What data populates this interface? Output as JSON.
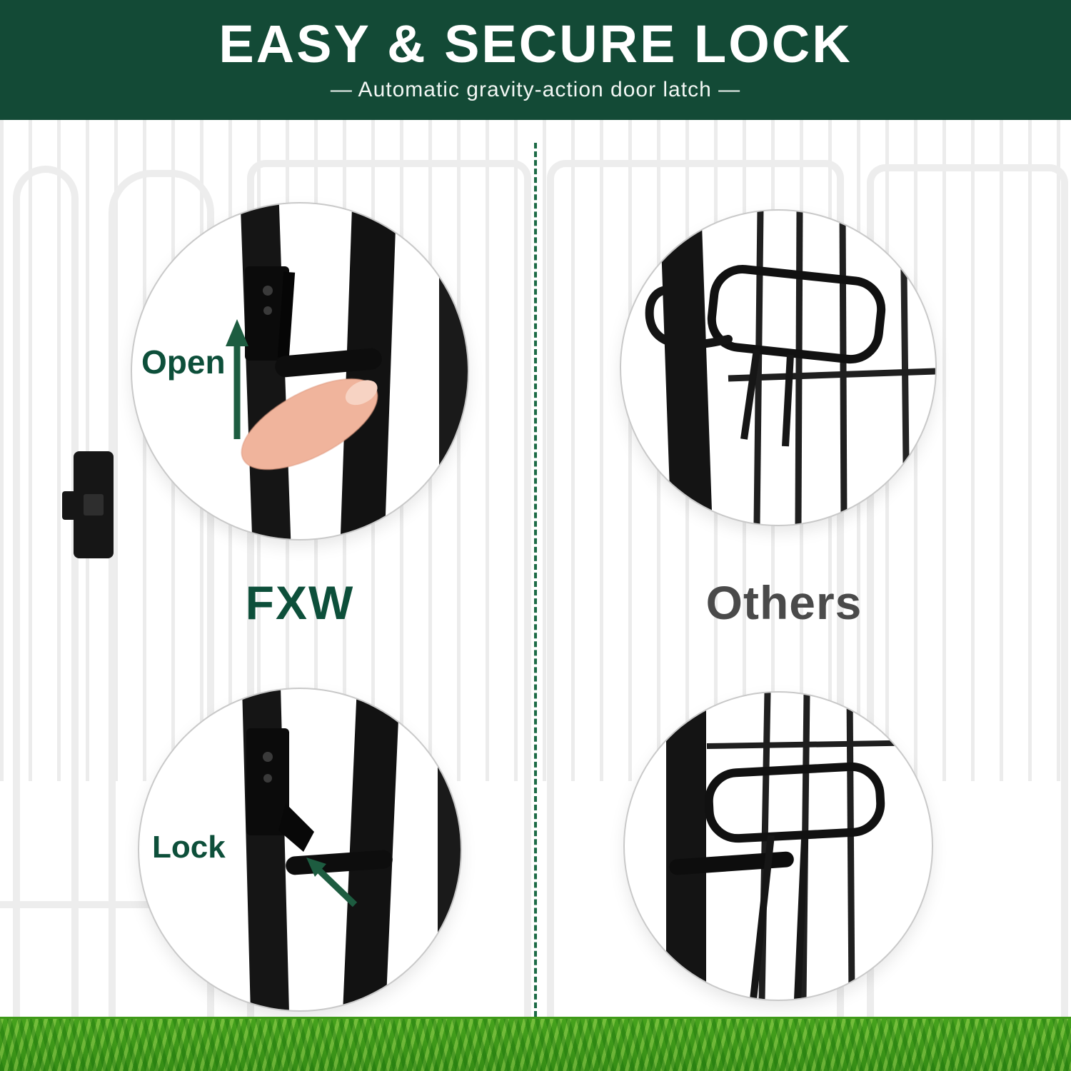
{
  "header": {
    "title": "EASY & SECURE LOCK",
    "subtitle": "—  Automatic gravity-action door latch  —"
  },
  "comparison": {
    "left_brand": "FXW",
    "right_brand": "Others",
    "open_label": "Open",
    "lock_label": "Lock"
  },
  "icons": {
    "up_arrow": "up-arrow-icon",
    "lock_arrow": "diagonal-arrow-icon"
  },
  "colors": {
    "header_bg": "#134a36",
    "brand_green": "#0d4f3a",
    "others_gray": "#4a4a4a",
    "divider_green": "#1d6b46",
    "grass_green": "#46a21d",
    "arrow_green": "#1d5c40"
  }
}
